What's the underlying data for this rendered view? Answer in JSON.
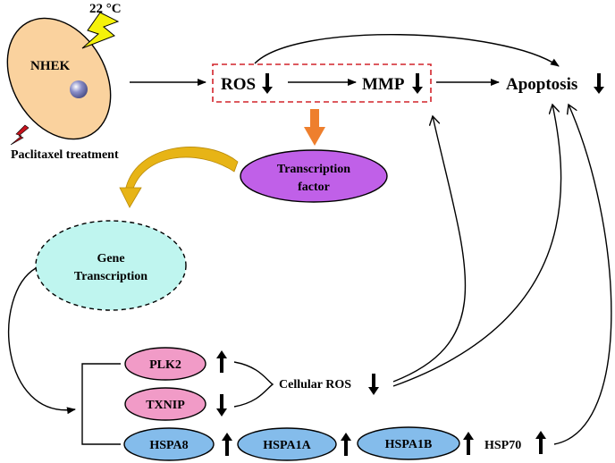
{
  "cell": {
    "name": "NHEK",
    "temperature": "22 °C",
    "treatment": "Paclitaxel treatment"
  },
  "pathway": {
    "ros": "ROS",
    "mmp": "MMP",
    "apoptosis": "Apoptosis"
  },
  "transcription_factor": {
    "line1": "Transcription",
    "line2": "factor"
  },
  "gene_transcription": {
    "line1": "Gene",
    "line2": "Transcription"
  },
  "genes": {
    "plk2": "PLK2",
    "txnip": "TXNIP",
    "hspa8": "HSPA8",
    "hspa1a": "HSPA1A",
    "hspa1b": "HSPA1B"
  },
  "outputs": {
    "cellular_ros": "Cellular ROS",
    "hsp70": "HSP70"
  },
  "arrow_directions": {
    "ros": "down",
    "mmp": "down",
    "apoptosis": "down",
    "plk2": "up",
    "txnip": "down",
    "cellular_ros": "down",
    "hspa8": "up",
    "hspa1a": "up",
    "hspa1b": "up",
    "hsp70": "up"
  },
  "colors": {
    "cell_fill": "#FAD29E",
    "nucleus": "#8A8EC8",
    "lightning": "#F5F20A",
    "red_bolt": "#C8141E",
    "dashed_box": "#D2232A",
    "orange_arrow": "#EE7F2D",
    "gold_arrow": "#E7B416",
    "transcription_factor_fill": "#C060E8",
    "gene_transcription_fill": "#BFF5EF",
    "pink_fill": "#F19BC7",
    "blue_fill": "#84BCEB"
  }
}
